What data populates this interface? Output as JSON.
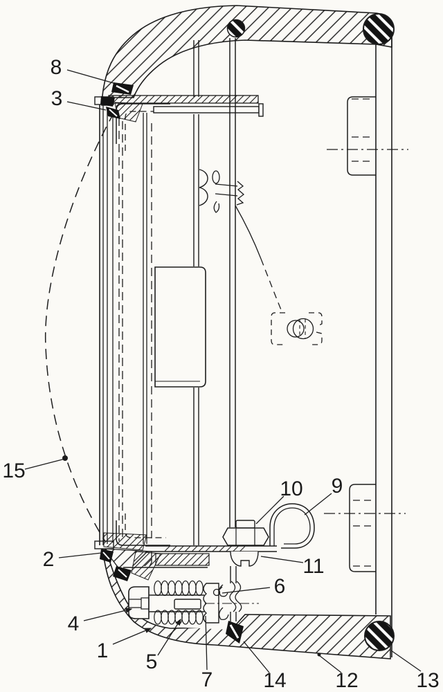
{
  "colors": {
    "ink": "#1c1c1c",
    "paper": "#fbfaf6"
  },
  "callouts": [
    {
      "label": "1"
    },
    {
      "label": "2"
    },
    {
      "label": "3"
    },
    {
      "label": "4"
    },
    {
      "label": "5"
    },
    {
      "label": "6"
    },
    {
      "label": "7"
    },
    {
      "label": "8"
    },
    {
      "label": "9"
    },
    {
      "label": "10"
    },
    {
      "label": "11"
    },
    {
      "label": "12"
    },
    {
      "label": "13"
    },
    {
      "label": "14"
    },
    {
      "label": "15"
    }
  ]
}
